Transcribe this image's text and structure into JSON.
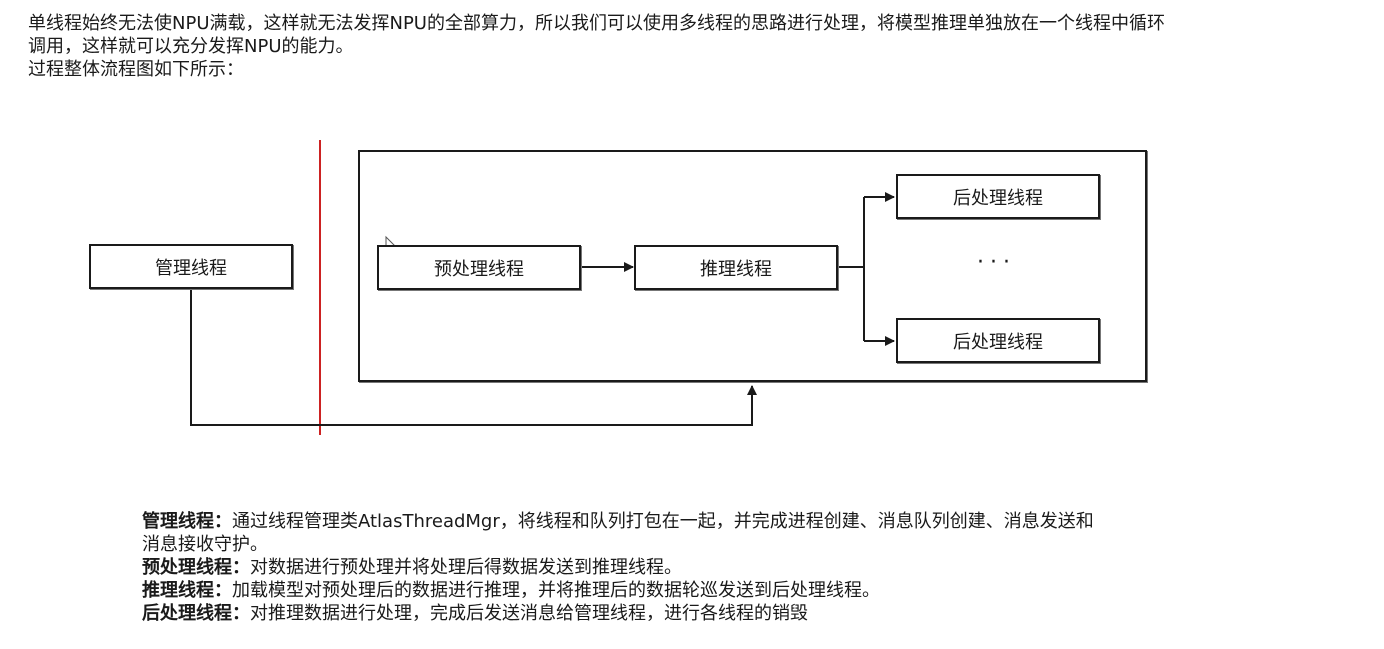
{
  "intro": {
    "line1": "单线程始终无法使NPU满载，这样就无法发挥NPU的全部算力，所以我们可以使用多线程的思路进行处理，将模型推理单独放在一个线程中循环",
    "line2": "调用，这样就可以充分发挥NPU的能力。",
    "line3": "过程整体流程图如下所示："
  },
  "diagram": {
    "manager": "管理线程",
    "preprocess": "预处理线程",
    "inference": "推理线程",
    "postprocess_top": "后处理线程",
    "ellipsis": "···",
    "postprocess_bottom": "后处理线程",
    "divider_color": "#cc2222"
  },
  "descriptions": [
    {
      "term": "管理线程：",
      "text": "通过线程管理类AtlasThreadMgr，将线程和队列打包在一起，并完成进程创建、消息队列创建、消息发送和",
      "cont": "消息接收守护。"
    },
    {
      "term": "预处理线程：",
      "text": "对数据进行预处理并将处理后得数据发送到推理线程。",
      "cont": ""
    },
    {
      "term": "推理线程：",
      "text": "加载模型对预处理后的数据进行推理，并将推理后的数据轮巡发送到后处理线程。",
      "cont": ""
    },
    {
      "term": "后处理线程：",
      "text": "对推理数据进行处理，完成后发送消息给管理线程，进行各线程的销毁",
      "cont": ""
    }
  ]
}
